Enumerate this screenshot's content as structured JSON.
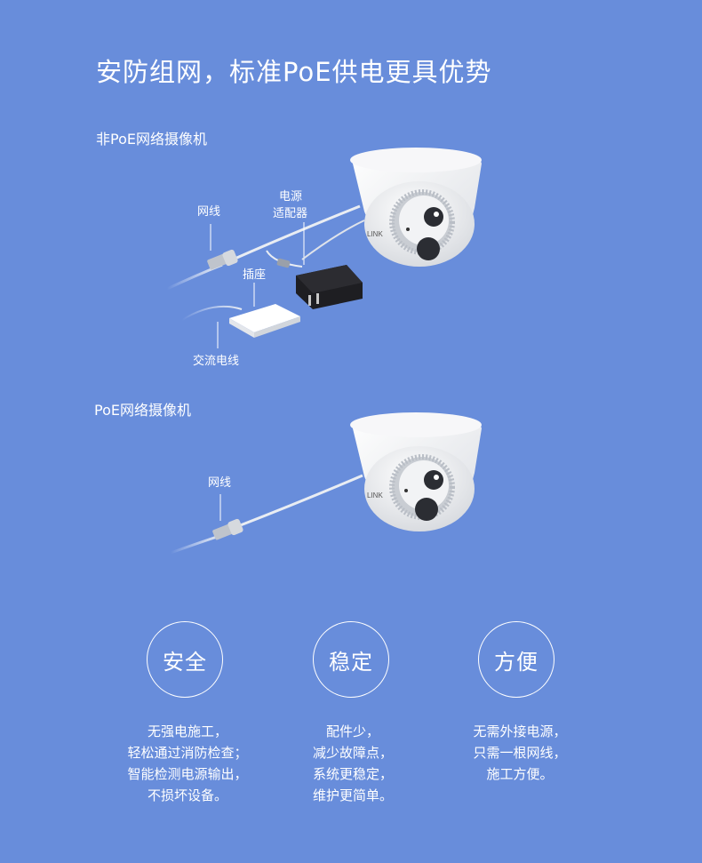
{
  "title": "安防组网，标准PoE供电更具优势",
  "non_poe": {
    "label": "非PoE网络摄像机",
    "callout_cable": "网线",
    "callout_adapter_1": "电源",
    "callout_adapter_2": "适配器",
    "callout_socket": "插座",
    "callout_ac": "交流电线"
  },
  "poe": {
    "label": "PoE网络摄像机",
    "callout_cable": "网线"
  },
  "features": [
    {
      "title": "安全",
      "lines": [
        "无强电施工，",
        "轻松通过消防检查；",
        "智能检测电源输出，",
        "不损坏设备。"
      ]
    },
    {
      "title": "稳定",
      "lines": [
        "配件少，",
        "减少故障点，",
        "系统更稳定，",
        "维护更简单。"
      ]
    },
    {
      "title": "方便",
      "lines": [
        "无需外接电源，",
        "只需一根网线，",
        "施工方便。"
      ]
    }
  ],
  "colors": {
    "background": "#688ddb",
    "camera_body": "#f4f4f4",
    "adapter": "#1e1e22"
  }
}
